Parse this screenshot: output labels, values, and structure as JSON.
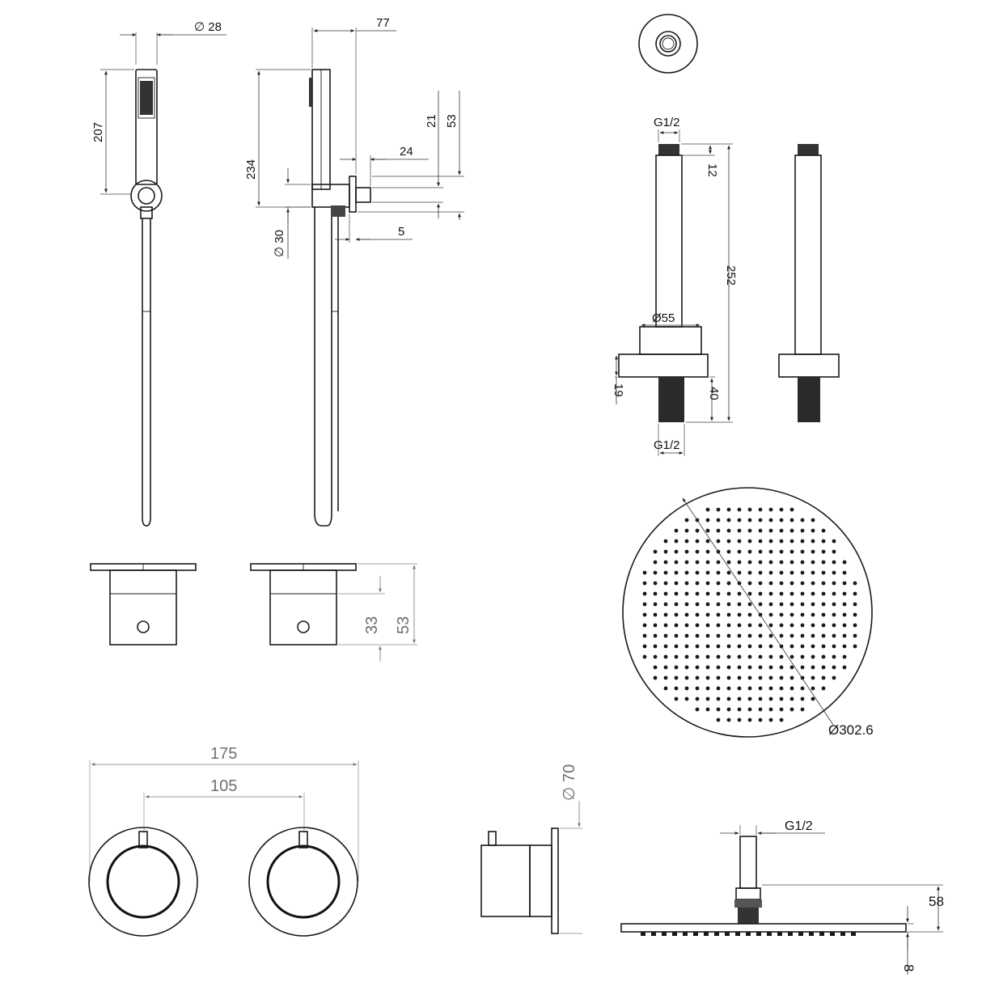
{
  "hand_shower": {
    "dia_handle": "∅ 28",
    "len_handle": "207",
    "depth_total": "77",
    "height_bracket": "234",
    "height_outlet_a": "21",
    "height_outlet_b": "53",
    "depth_outlet": "24",
    "dia_outlet": "∅ 30",
    "depth_plate": "5"
  },
  "ceiling_arm": {
    "thread_top": "G1/2",
    "thread_top_len": "12",
    "length": "252",
    "flange_dia": "Ø55",
    "flange_height": "19",
    "thread_bottom_len": "40",
    "thread_bottom": "G1/2"
  },
  "shower_head": {
    "diameter": "Ø302.6",
    "thread": "G1/2",
    "height": "58",
    "thickness": "8"
  },
  "valves": {
    "height_knob": "33",
    "height_total": "53",
    "width_total": "175",
    "centers": "105",
    "side_dia": "∅ 70"
  }
}
